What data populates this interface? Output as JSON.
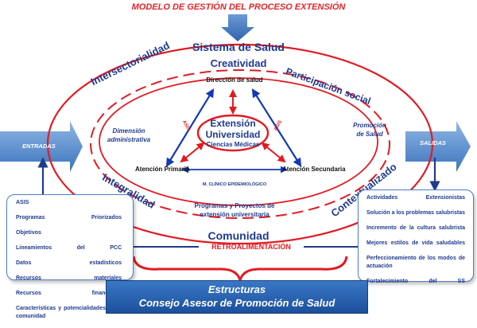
{
  "title": "MODELO  DE GESTIÓN DEL PROCESO EXTENSIÓN",
  "system": "Sistema de Salud",
  "ring_top": "Creatividad",
  "ring_left_top": "Intersectorialidad",
  "ring_right_top": "Participación social",
  "ring_left_bottom": "Integralidad",
  "ring_right_bottom": "Contextualizado",
  "ring_bottom": "Comunidad",
  "direction": "Dirección de salud",
  "center": {
    "line1": "Extensión",
    "line2": "Universidad",
    "line3": "Ciencias Médicas"
  },
  "asis_left": "ASIS",
  "asis_right": "ASIS",
  "primary_care": "Atención Primaria",
  "secondary_care": "Atención Secundaria",
  "clinical_model": "M. CLÍNICO EPIDEMIOLÓGICO",
  "dimension": {
    "line1": "Dimensión",
    "line2": "administrativa"
  },
  "promotion": {
    "line1": "Promoción",
    "line2": "de Salud"
  },
  "programs": {
    "line1": "Programas y Proyectos de",
    "line2": "extensión universitaria"
  },
  "inputs_label": "ENTRADAS",
  "outputs_label": "SALIDAS",
  "feedback": "RETROALIMENTACIÓN",
  "inputs_list": [
    "ASIS",
    "Programas Priorizados",
    "Objetivos",
    "Lineamientos del PCC",
    "Datos estadísticos",
    "Recursos materiales",
    "Recursos financieros",
    "Características y potencialidades de la comunidad"
  ],
  "outputs_list": [
    "Actividades Extensionistas",
    "Solución a los problemas salubristas",
    "Incremento de la cultura salubrista",
    "Mejores estilos de vida saludables",
    "Perfeccionamiento de los modos de actuación",
    "Fortalecimiento del SS"
  ],
  "footer": {
    "line1": "Estructuras",
    "line2": "Consejo Asesor de Promoción de Salud"
  },
  "colors": {
    "title_red": "#e8232a",
    "ring_red": "#e11b22",
    "navy": "#1f3b8c",
    "blue": "#1538b5",
    "arrow_blue": "#4f86c6"
  }
}
